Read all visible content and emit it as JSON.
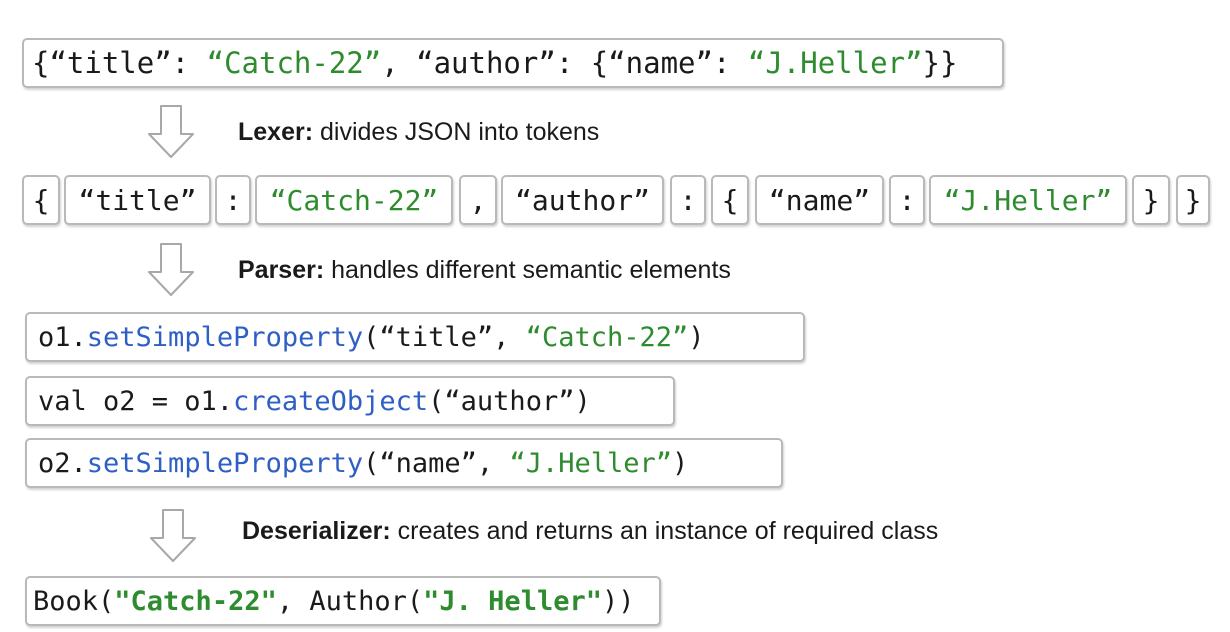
{
  "json_input": {
    "p1": "{“title”: ",
    "v1": "“Catch-22”",
    "p2": ", “author”: {“name”: ",
    "v2": "“J.Heller”",
    "p3": "}}"
  },
  "lexer": {
    "name": "Lexer:",
    "desc": " divides JSON into tokens"
  },
  "tokens": [
    {
      "text": "{",
      "green": false
    },
    {
      "text": "“title”",
      "green": false
    },
    {
      "text": ":",
      "green": false
    },
    {
      "text": "“Catch-22”",
      "green": true
    },
    {
      "text": ",",
      "green": false
    },
    {
      "text": "“author”",
      "green": false
    },
    {
      "text": ":",
      "green": false
    },
    {
      "text": "{",
      "green": false
    },
    {
      "text": "“name”",
      "green": false
    },
    {
      "text": ":",
      "green": false
    },
    {
      "text": "“J.Heller”",
      "green": true
    },
    {
      "text": "}",
      "green": false
    },
    {
      "text": "}",
      "green": false
    }
  ],
  "parser": {
    "name": "Parser:",
    "desc": " handles different semantic elements"
  },
  "calls": {
    "c1": {
      "obj": "o1.",
      "method": "setSimpleProperty",
      "open": "(“title”, ",
      "value": "“Catch-22”",
      "close": ")"
    },
    "c2": {
      "prefix": "val o2 = o1.",
      "method": "createObject",
      "args": "(“author”)"
    },
    "c3": {
      "obj": "o2.",
      "method": "setSimpleProperty",
      "open": "(“name”, ",
      "value": "“J.Heller”",
      "close": ")"
    }
  },
  "deserializer": {
    "name": "Deserializer:",
    "desc": " creates and returns an instance of required class"
  },
  "result": {
    "p1": "Book(",
    "v1": "\"Catch-22\"",
    "p2": ", Author(",
    "v2": "\"J. Heller\"",
    "p3": "))"
  },
  "colors": {
    "string": "#2e8b2e",
    "method": "#2f5fc4",
    "border": "#b9b9b9"
  }
}
